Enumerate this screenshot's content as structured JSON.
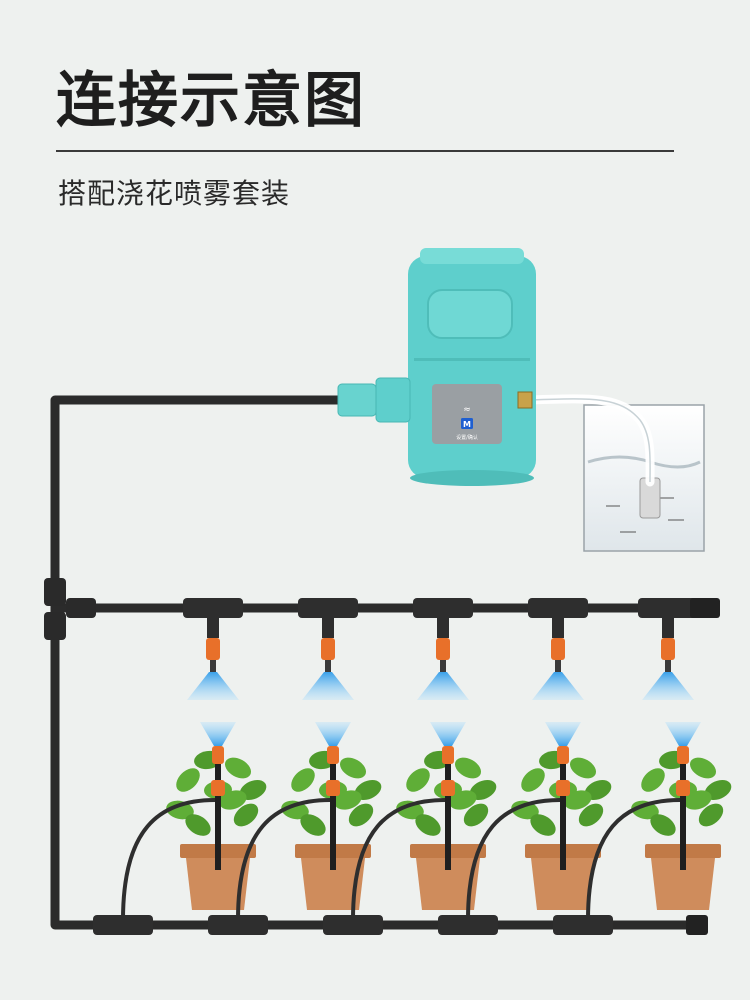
{
  "heading": {
    "title": "连接示意图",
    "subtitle": "搭配浇花喷雾套装"
  },
  "pump": {
    "body_color": "#5ecfcc",
    "panel_color": "#9a9fa3",
    "button_letter": "M",
    "button_caption": "设置/确认"
  },
  "colors": {
    "pipe": "#2b2b2b",
    "nozzle": "#e8702a",
    "spray": "#5bb8f0",
    "pot": "#cf8c5c",
    "leaf": "#5fae37"
  },
  "spray_positions": 5,
  "plant_positions": 5
}
